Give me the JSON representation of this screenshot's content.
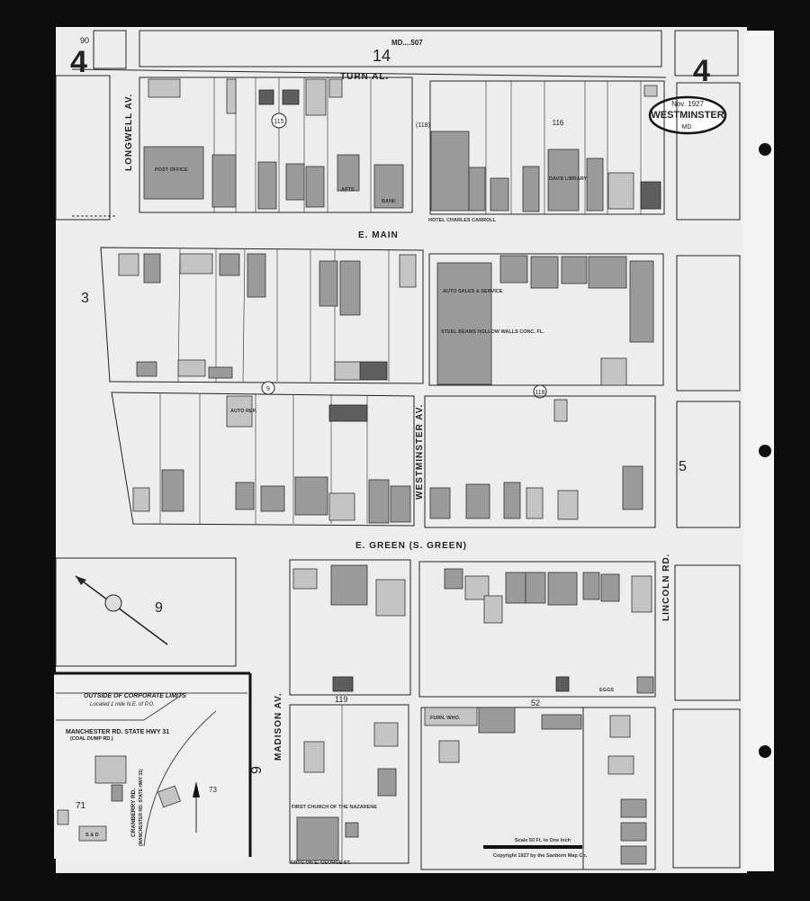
{
  "sheet": {
    "page_number": "4",
    "page_number_right": "4",
    "adjoining_sheet_top_left": "90",
    "state_code_line": "MD....507",
    "adjoining_top": "14",
    "adjoining_left": "3",
    "adjoining_right": "5",
    "adjoining_bottom_left": "9",
    "adjoining_bottom_center": "9",
    "inset_adjoining_71": "71",
    "inset_adjoining_73": "73"
  },
  "title_stamp": {
    "date": "Nov. 1927",
    "city": "WESTMINSTER",
    "state": "MD."
  },
  "streets": {
    "turn_alley": "TURN AL.",
    "longwell": "LONGWELL AV.",
    "e_main": "E. MAIN",
    "westminster_av": "WESTMINSTER AV.",
    "e_green": "E. GREEN (S. GREEN)",
    "lincoln_rd": "LINCOLN RD.",
    "madison_av": "MADISON AV.",
    "manchester_rd": "MANCHESTER RD. STATE HWY 31",
    "coal_dump_rd": "(COAL DUMP RD.)",
    "cranberry_rd": "CRANBERRY RD.",
    "cranberry_alt": "(MANCHESTER RD. STATE HWY 31)",
    "frtg_george": "FRTG ON E. GEORGE ST."
  },
  "block_numbers": [
    "115",
    "116",
    "(118)",
    "118",
    "9",
    "119",
    "52"
  ],
  "buildings": {
    "post_office": "POST OFFICE",
    "bank": "BANK",
    "hotel": "HOTEL CHARLES CARROLL",
    "library": "DAVIS LIBRARY",
    "apts": "APTS",
    "auto_sales": "AUTO SALES & SERVICE",
    "steel_beams": "STEEL BEAMS HOLLOW WALLS CONC. FL.",
    "auto_rep": "AUTO REP.",
    "furn_who": "FURN. WHO.",
    "church": "FIRST CHURCH OF THE NAZARENE",
    "eggs": "EGGS"
  },
  "inset": {
    "title": "OUTSIDE OF CORPORATE LIMITS",
    "subtitle": "Located 1 mile N.E. of P.O.",
    "dwelling_label": "S & D"
  },
  "scale": {
    "text": "Scale 50 Ft. to One Inch",
    "copyright": "Copyright 1927 by the Sanborn Map Co."
  },
  "colors": {
    "paper": "#eeeeee",
    "border": "#0c0c0c",
    "building": "#9a9a9a"
  }
}
